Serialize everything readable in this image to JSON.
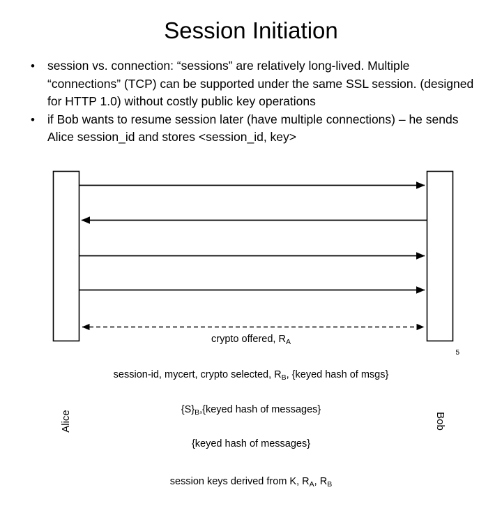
{
  "slide": {
    "title": "Session Initiation",
    "page_number": "5",
    "background_color": "#ffffff",
    "text_color": "#000000"
  },
  "body": {
    "bullet_marker": "•",
    "bullets": [
      "session vs. connection: “sessions” are relatively long-lived. Multiple “connections” (TCP) can be supported under the same SSL session. (designed for HTTP 1.0) without costly public key operations",
      "if Bob wants to resume session later (have multiple connections) – he sends Alice session_id and stores <session_id, key>"
    ]
  },
  "diagram": {
    "type": "sequence-diagram",
    "parties": {
      "left": "Alice",
      "right": "Bob"
    },
    "messages": [
      {
        "id": "msg-crypto-offered",
        "direction": "left-to-right",
        "style": "solid",
        "arrowheads": "end",
        "label_parts": [
          {
            "text": "crypto offered, R"
          },
          {
            "sub": "A"
          }
        ],
        "label_plain": "crypto offered, RA"
      },
      {
        "id": "msg-session-id-mycert",
        "direction": "right-to-left",
        "style": "solid",
        "arrowheads": "start",
        "label_parts": [
          {
            "text": "session-id, mycert, crypto selected, R"
          },
          {
            "sub": "B"
          },
          {
            "text": ", {keyed hash of msgs}"
          }
        ],
        "label_plain": "session-id, mycert, crypto selected, RB, {keyed hash of msgs}"
      },
      {
        "id": "msg-secret-keyed-hash",
        "direction": "left-to-right",
        "style": "solid",
        "arrowheads": "end",
        "label_parts": [
          {
            "text": "{S}"
          },
          {
            "sub": "B"
          },
          {
            "text": ",{keyed hash of messages}"
          }
        ],
        "label_plain": "{S}B,{keyed hash of messages}"
      },
      {
        "id": "msg-keyed-hash",
        "direction": "left-to-right",
        "style": "solid",
        "arrowheads": "end",
        "label_parts": [
          {
            "text": "{keyed hash of messages}"
          }
        ],
        "label_plain": "{keyed hash of messages}"
      },
      {
        "id": "msg-session-keys-derived",
        "direction": "bidirectional",
        "style": "dashed",
        "arrowheads": "both",
        "label_parts": [
          {
            "text": "session keys derived from K, R"
          },
          {
            "sub": "A"
          },
          {
            "text": ", R"
          },
          {
            "sub": "B"
          }
        ],
        "label_plain": "session keys derived from K, RA, RB"
      }
    ]
  }
}
